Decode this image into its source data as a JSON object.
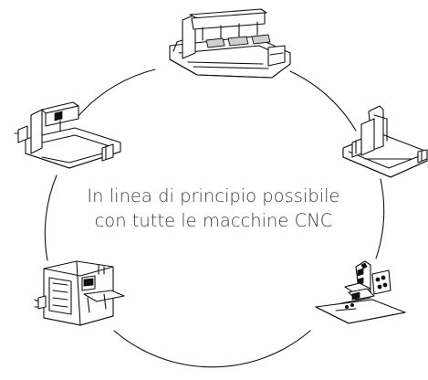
{
  "caption": {
    "line1": "In linea di principio possibile",
    "line2": "con tutte le macchine CNC"
  },
  "machines": [
    {
      "name": "gantry-router-top",
      "icon": "cnc-gantry-router-icon"
    },
    {
      "name": "portal-router-right",
      "icon": "cnc-portal-router-icon"
    },
    {
      "name": "milling-machine-bottom-right",
      "icon": "cnc-milling-machine-icon"
    },
    {
      "name": "enclosed-machining-center-bottom-left",
      "icon": "cnc-machining-center-icon"
    },
    {
      "name": "flatbed-router-left",
      "icon": "cnc-flatbed-router-icon"
    }
  ],
  "colors": {
    "line": "#111111",
    "text": "#3a3a3a",
    "background": "#ffffff"
  }
}
